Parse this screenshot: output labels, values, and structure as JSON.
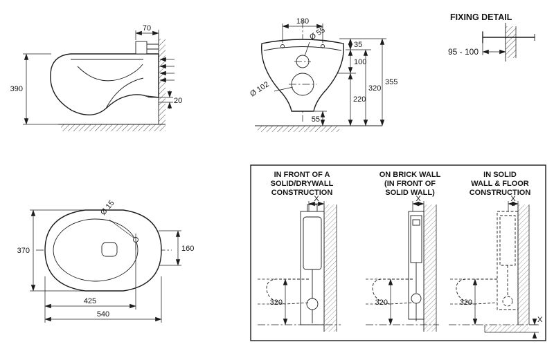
{
  "side_view": {
    "dim_70": "70",
    "dim_390": "390",
    "dim_20": "20"
  },
  "front_view": {
    "dim_width": "180",
    "hole_small": "Ø 55",
    "hole_large": "Ø 102",
    "dim_35": "35",
    "dim_100": "100",
    "dim_320": "320",
    "dim_355": "355",
    "dim_220": "220",
    "dim_55": "55"
  },
  "fixing_detail": {
    "title": "FIXING DETAIL",
    "dim_range": "95 - 100"
  },
  "top_view": {
    "hole": "Ø 15",
    "dim_370": "370",
    "dim_160": "160",
    "dim_425": "425",
    "dim_540": "540"
  },
  "installation": {
    "panels": [
      {
        "title_line1": "IN FRONT OF A",
        "title_line2": "SOLID/DRYWALL",
        "title_line3": "CONSTRUCTION",
        "dim_x": "X",
        "dim_height": "320"
      },
      {
        "title_line1": "ON BRICK WALL",
        "title_line2": "(IN FRONT OF",
        "title_line3": "SOLID WALL)",
        "dim_x": "X",
        "dim_height": "320"
      },
      {
        "title_line1": "IN SOLID",
        "title_line2": "WALL & FLOOR",
        "title_line3": "CONSTRUCTION",
        "dim_x": "X",
        "dim_height": "320",
        "dim_x_bottom": "X"
      }
    ]
  }
}
